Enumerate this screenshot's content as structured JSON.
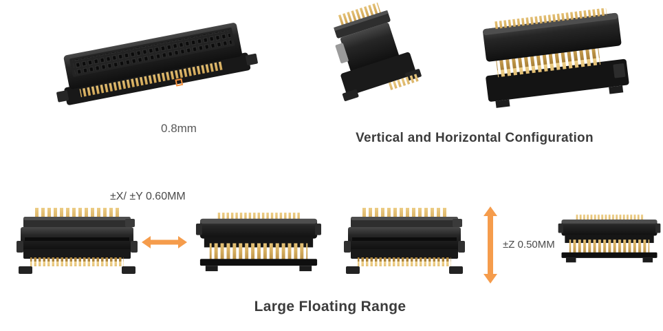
{
  "figure": {
    "background": "#FFFFFF"
  },
  "colors": {
    "accent_orange": "#F59C4C",
    "heading_text": "#3C3C3C",
    "annotation_text": "#4A4A4A",
    "connector_body": "#1A1A1A",
    "pin_gold": "#D7AE5F"
  },
  "top_section": {
    "pitch_label": "0.8mm",
    "caption": "Vertical and Horizontal Configuration",
    "connector_images": [
      {
        "name": "angled-long-connector-image"
      },
      {
        "name": "vertical-connector-image"
      },
      {
        "name": "horizontal-connector-image"
      }
    ]
  },
  "bottom_section": {
    "xy_float_label": "±X/ ±Y 0.60MM",
    "z_float_label": "±Z 0.50MM",
    "caption": "Large Floating Range",
    "arrows": [
      {
        "name": "horizontal-double-arrow",
        "direction": "horizontal"
      },
      {
        "name": "vertical-double-arrow",
        "direction": "vertical"
      }
    ]
  }
}
